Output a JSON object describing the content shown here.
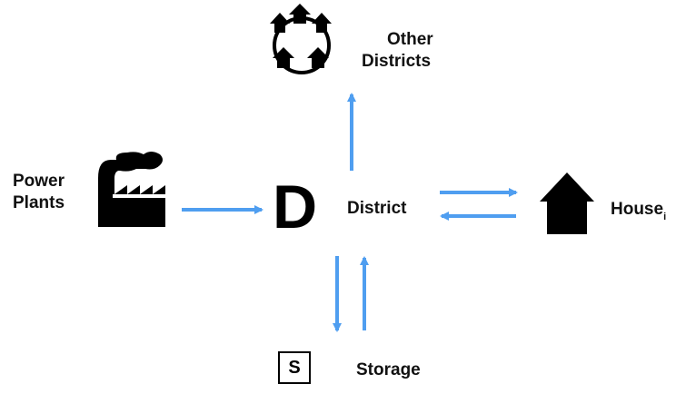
{
  "colors": {
    "arrow": "#4f9ef0",
    "icon": "#000000",
    "text": "#111111"
  },
  "nodes": {
    "power_plants": {
      "line1": "Power",
      "line2": "Plants",
      "icon": "factory-icon"
    },
    "district": {
      "symbol": "D",
      "label": "District"
    },
    "other_districts": {
      "line1": "Other",
      "line2": "Districts",
      "icon": "districts-cluster-icon"
    },
    "house": {
      "label": "House",
      "subscript": "i",
      "icon": "house-icon"
    },
    "storage": {
      "symbol": "S",
      "label": "Storage"
    }
  },
  "edges": [
    {
      "from": "Power Plants",
      "to": "District",
      "direction": "one-way"
    },
    {
      "from": "District",
      "to": "Other Districts",
      "direction": "one-way"
    },
    {
      "from": "District",
      "to": "House_i",
      "direction": "two-way"
    },
    {
      "from": "District",
      "to": "Storage",
      "direction": "two-way"
    }
  ]
}
